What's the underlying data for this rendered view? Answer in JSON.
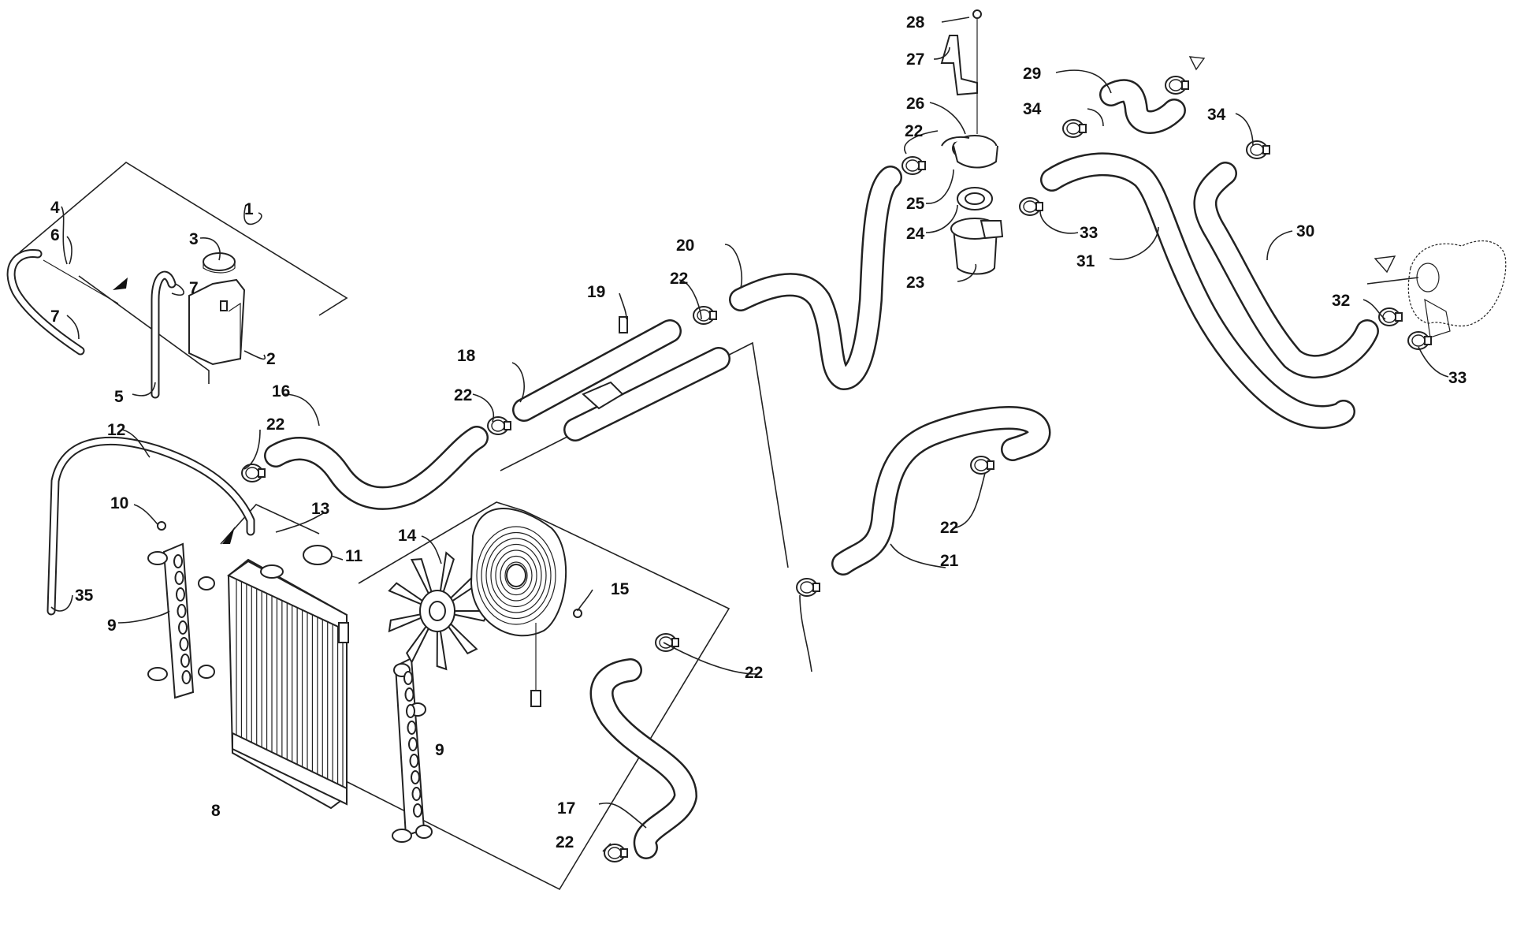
{
  "callouts": [
    {
      "id": "c1",
      "label": "1"
    },
    {
      "id": "c2",
      "label": "2"
    },
    {
      "id": "c3",
      "label": "3"
    },
    {
      "id": "c4",
      "label": "4"
    },
    {
      "id": "c5",
      "label": "5"
    },
    {
      "id": "c6",
      "label": "6"
    },
    {
      "id": "c7a",
      "label": "7"
    },
    {
      "id": "c7b",
      "label": "7"
    },
    {
      "id": "c8",
      "label": "8"
    },
    {
      "id": "c9a",
      "label": "9"
    },
    {
      "id": "c9b",
      "label": "9"
    },
    {
      "id": "c10",
      "label": "10"
    },
    {
      "id": "c11",
      "label": "11"
    },
    {
      "id": "c12",
      "label": "12"
    },
    {
      "id": "c13",
      "label": "13"
    },
    {
      "id": "c14",
      "label": "14"
    },
    {
      "id": "c15",
      "label": "15"
    },
    {
      "id": "c16",
      "label": "16"
    },
    {
      "id": "c17",
      "label": "17"
    },
    {
      "id": "c18",
      "label": "18"
    },
    {
      "id": "c19",
      "label": "19"
    },
    {
      "id": "c20",
      "label": "20"
    },
    {
      "id": "c21",
      "label": "21"
    },
    {
      "id": "c22a",
      "label": "22"
    },
    {
      "id": "c22b",
      "label": "22"
    },
    {
      "id": "c22c",
      "label": "22"
    },
    {
      "id": "c22d",
      "label": "22"
    },
    {
      "id": "c22e",
      "label": "22"
    },
    {
      "id": "c22f",
      "label": "22"
    },
    {
      "id": "c22g",
      "label": "22"
    },
    {
      "id": "c23",
      "label": "23"
    },
    {
      "id": "c24",
      "label": "24"
    },
    {
      "id": "c25",
      "label": "25"
    },
    {
      "id": "c26",
      "label": "26"
    },
    {
      "id": "c27",
      "label": "27"
    },
    {
      "id": "c28",
      "label": "28"
    },
    {
      "id": "c29",
      "label": "29"
    },
    {
      "id": "c30",
      "label": "30"
    },
    {
      "id": "c31",
      "label": "31"
    },
    {
      "id": "c32",
      "label": "32"
    },
    {
      "id": "c33a",
      "label": "33"
    },
    {
      "id": "c33b",
      "label": "33"
    },
    {
      "id": "c34a",
      "label": "34"
    },
    {
      "id": "c34b",
      "label": "34"
    },
    {
      "id": "c35",
      "label": "35"
    }
  ]
}
